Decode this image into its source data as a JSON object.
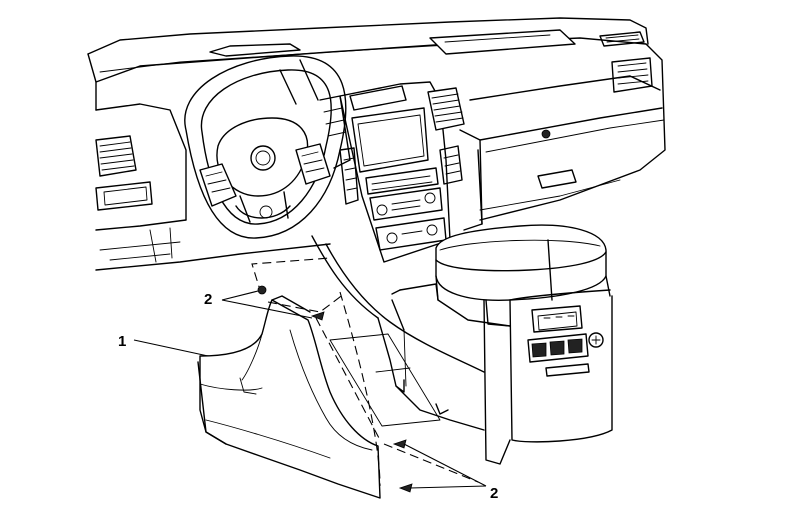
{
  "callouts": {
    "trim_panel": "1",
    "upper_fasteners": "2",
    "lower_fasteners": "2"
  }
}
